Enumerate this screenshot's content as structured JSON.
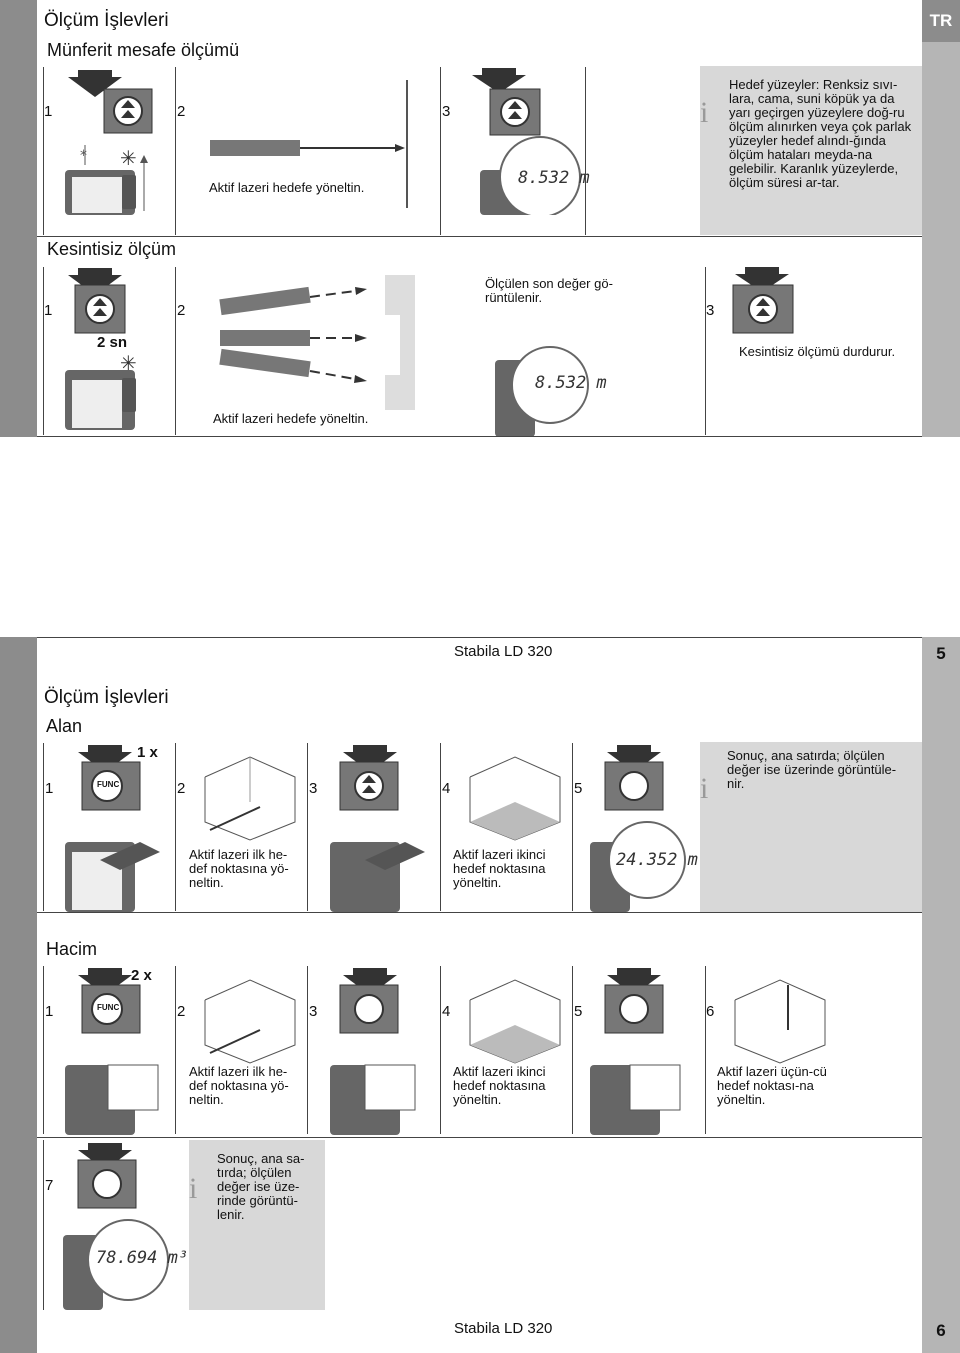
{
  "page1": {
    "tab": "TR",
    "title": "Ölçüm İşlevleri",
    "single": {
      "heading": "Münferit mesafe ölçümü",
      "steps": [
        "1",
        "2",
        "3"
      ],
      "caption2": "Aktif lazeri hedefe yöneltin.",
      "display": "8.532 m",
      "note": "Hedef yüzeyler: Renksiz sıvı-lara, cama, suni köpük ya da yarı geçirgen yüzeylere doğ-ru ölçüm alınırken veya çok parlak yüzeyler hedef alındı-ğında ölçüm hataları meyda-na gelebilir. Karanlık yüzeylerde, ölçüm süresi ar-tar."
    },
    "continuous": {
      "heading": "Kesintisiz ölçüm",
      "steps": [
        "1",
        "2",
        "3"
      ],
      "hold": "2 sn",
      "caption_laser": "Aktif lazeri hedefe yöneltin.",
      "caption_last": "Ölçülen son değer gö-rüntülenir.",
      "display": "8.532 m",
      "caption_stop": "Kesintisiz ölçümü durdurur."
    },
    "footer": "Stabila LD 320",
    "page_number": "5"
  },
  "page2": {
    "title": "Ölçüm İşlevleri",
    "area": {
      "heading": "Alan",
      "steps": [
        "1",
        "2",
        "3",
        "4",
        "5"
      ],
      "press": "1 x",
      "func": "FUNC",
      "caption_first": "Aktif lazeri ilk he-def noktasına yö-neltin.",
      "caption_second": "Aktif lazeri ikinci hedef noktasına yöneltin.",
      "display": "24.352 m²",
      "note": "Sonuç, ana satırda; ölçülen değer ise üzerinde görüntüle-nir."
    },
    "volume": {
      "heading": "Hacim",
      "steps": [
        "1",
        "2",
        "3",
        "4",
        "5",
        "6",
        "7"
      ],
      "press": "2 x",
      "func": "FUNC",
      "caption_first": "Aktif lazeri ilk he-def noktasına yö-neltin.",
      "caption_second": "Aktif lazeri ikinci hedef noktasına yöneltin.",
      "caption_third": "Aktif lazeri üçün-cü hedef noktası-na yöneltin.",
      "display": "78.694 m³",
      "note": "Sonuç, ana sa-tırda; ölçülen değer ise üze-rinde görüntü-lenir."
    },
    "footer": "Stabila LD 320",
    "page_number": "6"
  }
}
